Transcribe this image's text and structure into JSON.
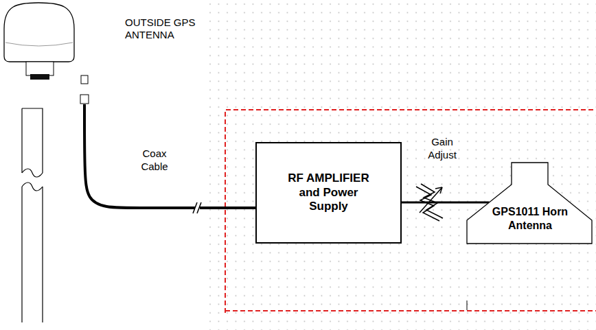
{
  "diagram": {
    "nodes": [
      {
        "text": [
          "OUTSIDE GPS ANTENNA"
        ]
      },
      {
        "text": [
          "RF AMPLIFIER and Power Supply"
        ]
      },
      {
        "text": [
          "GPS1011 Horn Antenna"
        ]
      }
    ],
    "edges": [
      {
        "from": 0,
        "to": 1,
        "label": "Coax Cable",
        "arrow": "none"
      },
      {
        "from": 1,
        "to": 2,
        "label": "Gain Adjust",
        "arrow": "none"
      }
    ]
  }
}
